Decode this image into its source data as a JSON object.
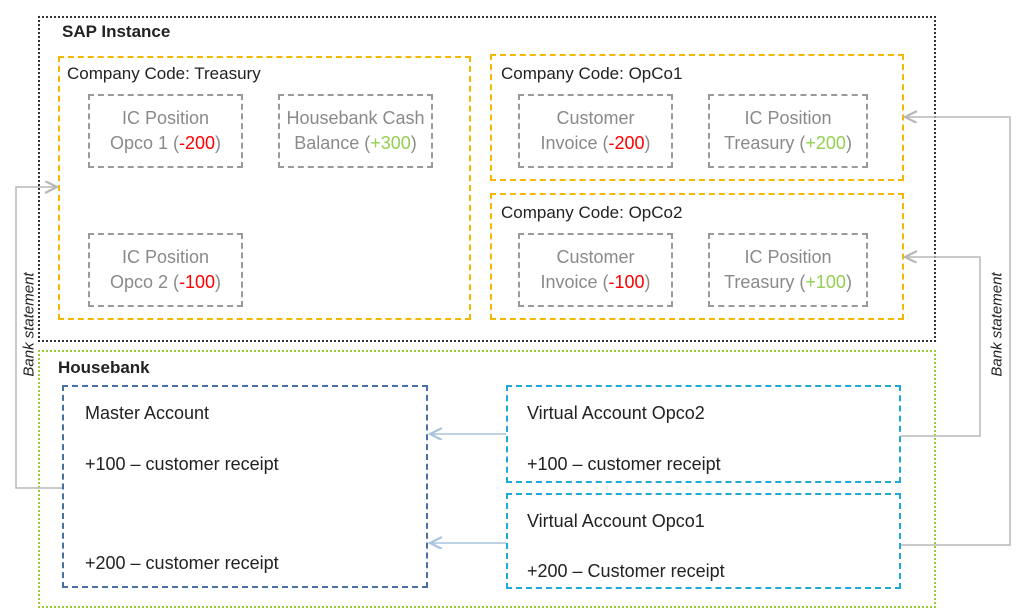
{
  "sap": {
    "title": "SAP Instance",
    "treasury": {
      "title": "Company Code: Treasury",
      "items": [
        {
          "line1": "IC Position",
          "line2": "Opco 1 (",
          "amount": "-200",
          "sign": "neg",
          "close": ")"
        },
        {
          "line1": "Housebank Cash",
          "line2": "Balance (",
          "amount": "+300",
          "sign": "pos",
          "close": ")"
        },
        {
          "line1": "IC Position",
          "line2": "Opco 2 (",
          "amount": "-100",
          "sign": "neg",
          "close": ")"
        }
      ]
    },
    "opco1": {
      "title": "Company Code: OpCo1",
      "items": [
        {
          "line1": "Customer",
          "line2": "Invoice (",
          "amount": "-200",
          "sign": "neg",
          "close": ")"
        },
        {
          "line1": "IC Position",
          "line2": "Treasury (",
          "amount": "+200",
          "sign": "pos",
          "close": ")"
        }
      ]
    },
    "opco2": {
      "title": "Company Code: OpCo2",
      "items": [
        {
          "line1": "Customer",
          "line2": "Invoice (",
          "amount": "-100",
          "sign": "neg",
          "close": ")"
        },
        {
          "line1": "IC Position",
          "line2": "Treasury (",
          "amount": "+100",
          "sign": "pos",
          "close": ")"
        }
      ]
    }
  },
  "housebank": {
    "title": "Housebank",
    "master": {
      "title": "Master Account",
      "receipt1": "+100 – customer receipt",
      "receipt2": "+200 – customer receipt"
    },
    "virtual_opco2": {
      "title": "Virtual Account Opco2",
      "receipt": "+100 – customer receipt"
    },
    "virtual_opco1": {
      "title": "Virtual Account Opco1",
      "receipt": "+200 – Customer receipt"
    }
  },
  "labels": {
    "bank_statement_left": "Bank statement",
    "bank_statement_right": "Bank statement"
  },
  "colors": {
    "negative": "#ff0000",
    "positive": "#92d050",
    "company_code_border": "#f5b800",
    "housebank_border": "#9acd32",
    "master_border": "#4a6fa5",
    "virtual_border": "#1fa9d6",
    "connector": "#b8b8b8"
  }
}
